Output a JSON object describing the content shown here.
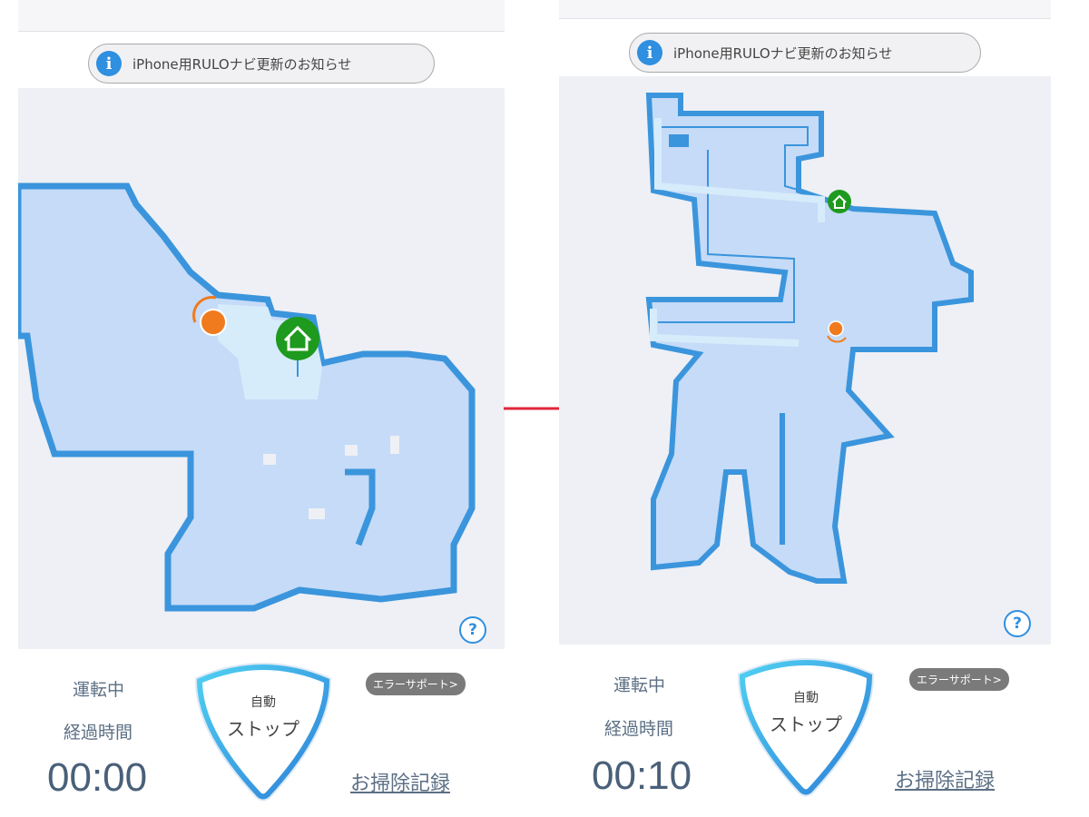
{
  "before": {
    "notice": "iPhone用RULOナビ更新のお知らせ",
    "status": "運転中",
    "elapsed_label": "経過時間",
    "elapsed_time": "00:00",
    "mode": "自動",
    "stop_button": "ストップ",
    "error_support": "エラーサポート>",
    "cleaning_history": "お掃除記録",
    "help": "?"
  },
  "after": {
    "notice": "iPhone用RULOナビ更新のお知らせ",
    "status": "運転中",
    "elapsed_label": "経過時間",
    "elapsed_time": "00:10",
    "mode": "自動",
    "stop_button": "ストップ",
    "error_support": "エラーサポート>",
    "cleaning_history": "お掃除記録",
    "help": "?"
  },
  "colors": {
    "map_fill": "#c5dbf7",
    "wall": "#3b95dc",
    "robot": "#f07b1f",
    "home": "#1e9a1e",
    "arrow": "#e0263c"
  }
}
